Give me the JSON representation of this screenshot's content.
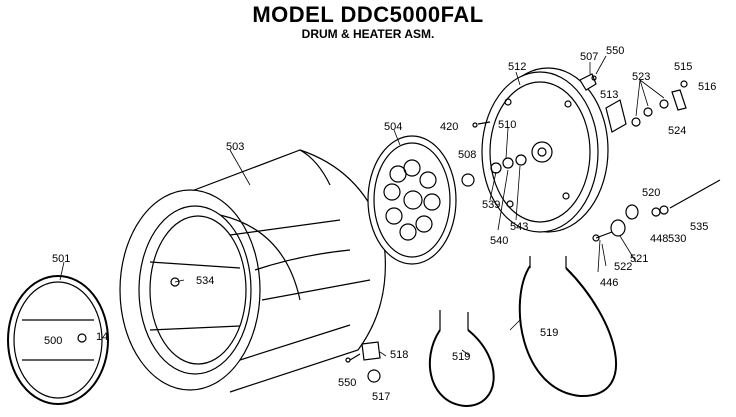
{
  "title": "MODEL DDC5000FAL",
  "subtitle": "DRUM & HEATER ASM.",
  "parts": {
    "p500": "500",
    "p501": "501",
    "p503": "503",
    "p504": "504",
    "p507": "507",
    "p508": "508",
    "p510": "510",
    "p512": "512",
    "p513": "513",
    "p514": "14",
    "p515": "515",
    "p516": "516",
    "p517": "517",
    "p518": "518",
    "p519a": "519",
    "p519b": "519",
    "p520": "520",
    "p521": "521",
    "p522": "522",
    "p523": "523",
    "p524": "524",
    "p530": "530",
    "p534": "534",
    "p535": "535",
    "p539": "539",
    "p540": "540",
    "p543": "543",
    "p550a": "550",
    "p550b": "550",
    "p420": "420",
    "p446": "446",
    "p448": "448"
  }
}
